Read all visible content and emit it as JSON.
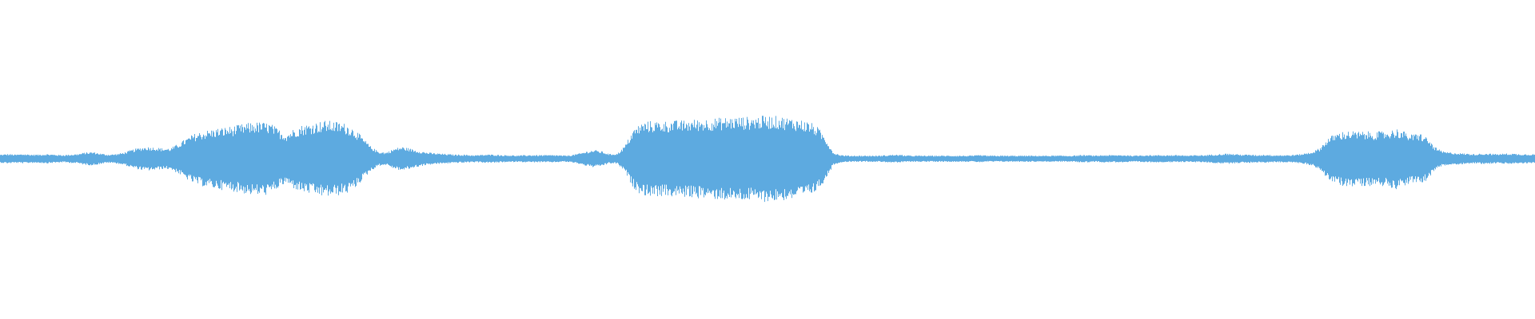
{
  "waveform": {
    "color": "#5DAAE0",
    "background": "#FFFFFF",
    "envelope": [
      0.08,
      0.09,
      0.08,
      0.09,
      0.08,
      0.08,
      0.09,
      0.08,
      0.07,
      0.08,
      0.09,
      0.12,
      0.13,
      0.1,
      0.08,
      0.09,
      0.12,
      0.17,
      0.21,
      0.23,
      0.22,
      0.2,
      0.2,
      0.28,
      0.38,
      0.47,
      0.52,
      0.55,
      0.58,
      0.6,
      0.62,
      0.65,
      0.68,
      0.7,
      0.7,
      0.68,
      0.57,
      0.48,
      0.57,
      0.64,
      0.67,
      0.7,
      0.73,
      0.72,
      0.7,
      0.66,
      0.56,
      0.4,
      0.24,
      0.14,
      0.12,
      0.19,
      0.23,
      0.2,
      0.16,
      0.13,
      0.11,
      0.1,
      0.09,
      0.08,
      0.08,
      0.07,
      0.07,
      0.08,
      0.08,
      0.07,
      0.07,
      0.06,
      0.07,
      0.07,
      0.07,
      0.07,
      0.07,
      0.06,
      0.07,
      0.1,
      0.14,
      0.17,
      0.14,
      0.09,
      0.1,
      0.26,
      0.55,
      0.68,
      0.72,
      0.72,
      0.72,
      0.73,
      0.73,
      0.74,
      0.75,
      0.76,
      0.77,
      0.78,
      0.79,
      0.8,
      0.8,
      0.8,
      0.81,
      0.82,
      0.82,
      0.81,
      0.79,
      0.77,
      0.74,
      0.7,
      0.6,
      0.4,
      0.12,
      0.07,
      0.06,
      0.06,
      0.06,
      0.06,
      0.06,
      0.07,
      0.08,
      0.07,
      0.06,
      0.06,
      0.06,
      0.06,
      0.06,
      0.06,
      0.06,
      0.06,
      0.06,
      0.07,
      0.06,
      0.06,
      0.06,
      0.06,
      0.06,
      0.06,
      0.06,
      0.06,
      0.06,
      0.06,
      0.06,
      0.06,
      0.07,
      0.07,
      0.06,
      0.07,
      0.07,
      0.07,
      0.07,
      0.06,
      0.07,
      0.07,
      0.07,
      0.07,
      0.07,
      0.07,
      0.06,
      0.07,
      0.07,
      0.08,
      0.09,
      0.1,
      0.09,
      0.08,
      0.08,
      0.07,
      0.08,
      0.07,
      0.07,
      0.07,
      0.08,
      0.1,
      0.13,
      0.2,
      0.38,
      0.48,
      0.52,
      0.53,
      0.52,
      0.52,
      0.52,
      0.52,
      0.54,
      0.58,
      0.52,
      0.46,
      0.5,
      0.4,
      0.22,
      0.14,
      0.12,
      0.11,
      0.1,
      0.09,
      0.1,
      0.1,
      0.09,
      0.1,
      0.1,
      0.09,
      0.09,
      0.09
    ]
  }
}
